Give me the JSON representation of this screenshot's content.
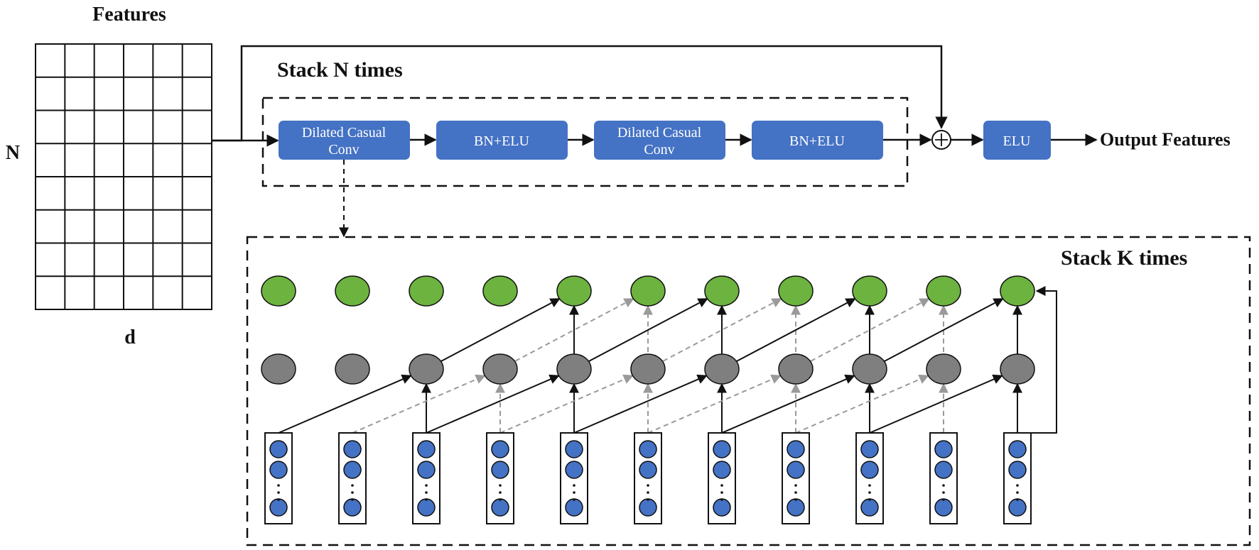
{
  "labels": {
    "features": "Features",
    "n_axis": "N",
    "d_axis": "d",
    "stack_n": "Stack N times",
    "stack_k": "Stack K times",
    "output": "Output Features"
  },
  "blocks": {
    "conv1_line1": "Dilated Casual",
    "conv1_line2": "Conv",
    "bn1": "BN+ELU",
    "conv2_line1": "Dilated Casual",
    "conv2_line2": "Conv",
    "bn2": "BN+ELU",
    "elu": "ELU"
  },
  "colors": {
    "block": "#4472c4",
    "green_node": "#6db33f",
    "gray_node": "#7f7f7f",
    "input_node": "#4472c4",
    "dashed_arrow": "#9a9a9a"
  },
  "network": {
    "columns": 11,
    "input_units_shown": 3
  }
}
